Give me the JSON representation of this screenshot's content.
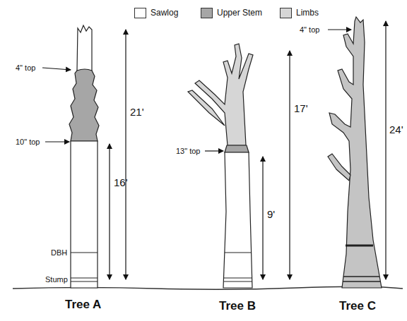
{
  "diagram": {
    "labels": [
      "4\" top",
      "10\" top",
      "21'",
      "16'",
      "DBH",
      "Stump",
      "Tree A",
      "13\" top",
      "17'",
      "9'",
      "Tree B",
      "4\" top",
      "24'",
      "Tree C"
    ],
    "legend": [
      {
        "text": "Sawlog",
        "color": "#ffffff"
      },
      {
        "text": "Upper Stem",
        "color": "#a6a6a6"
      },
      {
        "text": "Limbs",
        "color": "#d6d6d6"
      }
    ]
  }
}
